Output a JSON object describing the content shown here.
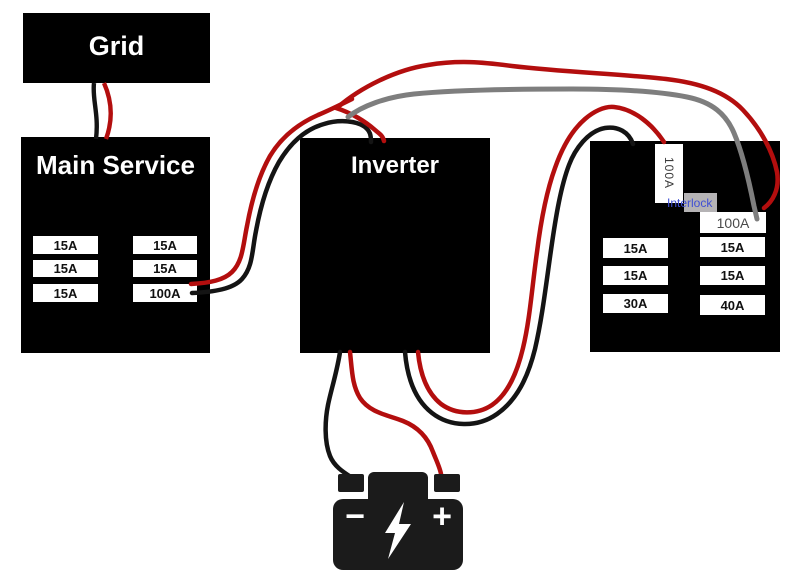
{
  "diagram": {
    "grid": {
      "title": "Grid"
    },
    "main_service": {
      "title": "Main Service",
      "breakers_left": [
        "15A",
        "15A",
        "15A"
      ],
      "breakers_right": [
        "15A",
        "15A",
        "100A"
      ]
    },
    "inverter": {
      "title": "Inverter"
    },
    "subpanel": {
      "interlock_breaker_vertical": "100A",
      "interlock_label": "Interlock",
      "main_breaker": "100A",
      "breakers_left": [
        "15A",
        "15A",
        "30A"
      ],
      "breakers_right": [
        "15A",
        "15A",
        "40A"
      ]
    },
    "battery": {
      "minus_label": "−",
      "plus_label": "+",
      "bolt_icon": "lightning-bolt"
    },
    "colors": {
      "wire_red": "#b30e0e",
      "wire_black": "#141414",
      "wire_gray": "#7e7e7e",
      "panel_black": "#000000",
      "interlock_text_blue": "#3f4fd4",
      "interlock_slider_gray": "#b5b3b5"
    }
  }
}
